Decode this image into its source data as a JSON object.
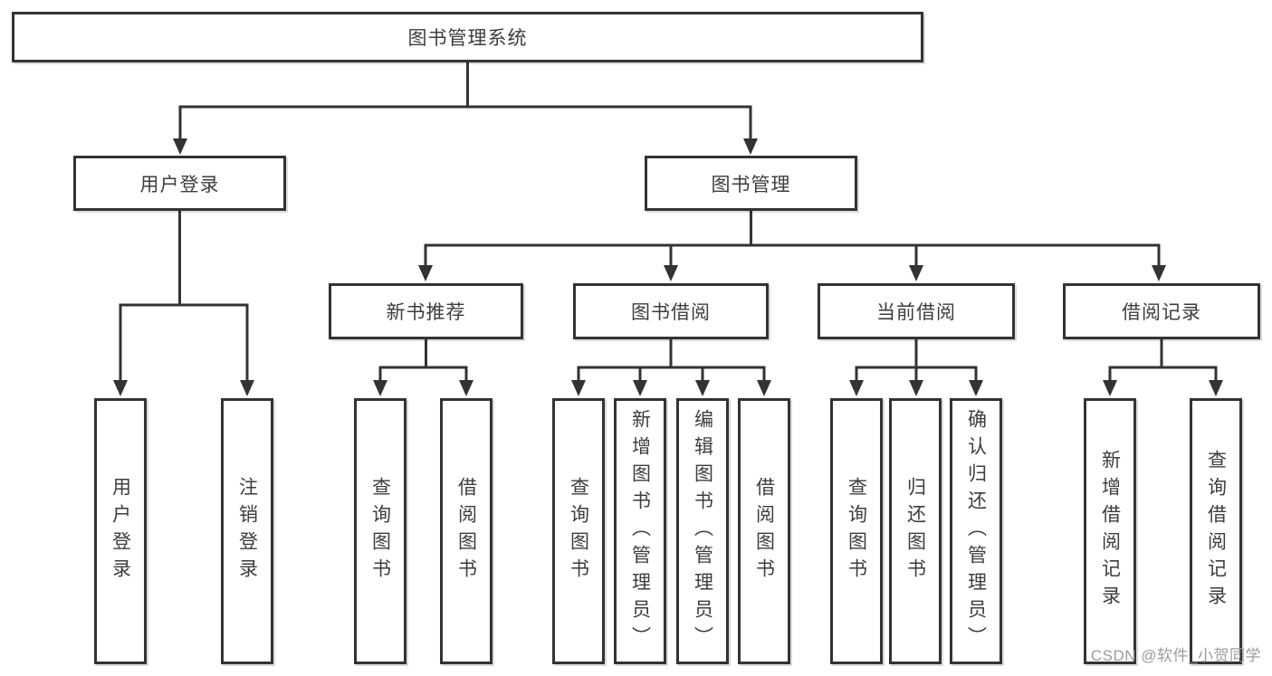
{
  "diagram": {
    "root_label": "图书管理系统",
    "user_branch": {
      "label": "用户登录",
      "leaves": [
        "用户登录",
        "注销登录"
      ]
    },
    "book_branch": {
      "label": "图书管理",
      "groups": [
        {
          "label": "新书推荐",
          "leaves": [
            "查询图书",
            "借阅图书"
          ]
        },
        {
          "label": "图书借阅",
          "leaves": [
            "查询图书",
            "新增图书（管理员）",
            "编辑图书（管理员）",
            "借阅图书"
          ]
        },
        {
          "label": "当前借阅",
          "leaves": [
            "查询图书",
            "归还图书",
            "确认归还（管理员）"
          ]
        },
        {
          "label": "借阅记录",
          "leaves": [
            "新增借阅记录",
            "查询借阅记录"
          ]
        }
      ]
    }
  },
  "watermark": {
    "text": "CSDN @软件_小贺同学"
  },
  "colors": {
    "line": "#333333",
    "text": "#3d3d3d",
    "watermark": "#9c9c9c",
    "background": "#ffffff"
  }
}
